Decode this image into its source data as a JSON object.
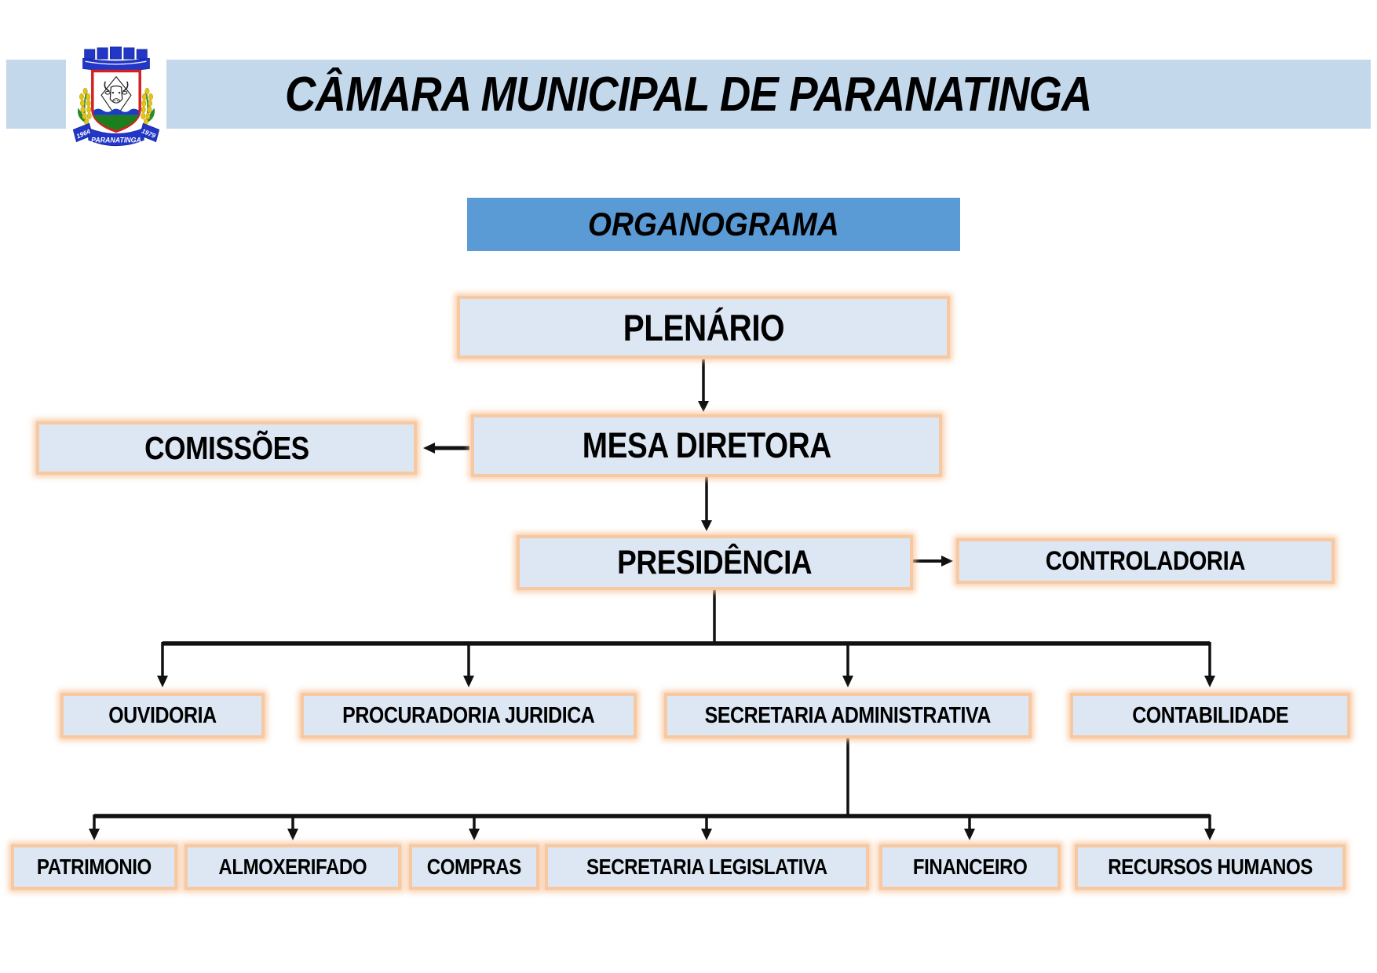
{
  "header": {
    "title": "CÂMARA MUNICIPAL DE PARANATINGA",
    "logo": {
      "name": "paranatinga-coat-of-arms",
      "ribbon_left": "1964",
      "ribbon_center": "PARANATINGA",
      "ribbon_right": "1979"
    }
  },
  "organograma": {
    "label": "ORGANOGRAMA"
  },
  "colors": {
    "banner_bg": "#C4D8EC",
    "subtitle_bg": "#5B9BD5",
    "node_fill": "#DDE7F3",
    "node_border": "#F7C9A2",
    "connector": "#111111",
    "text": "#000000"
  },
  "org": {
    "nodes": [
      {
        "id": "plenario",
        "label": "PLENÁRIO"
      },
      {
        "id": "mesa_diretora",
        "label": "MESA DIRETORA"
      },
      {
        "id": "comissoes",
        "label": "COMISSÕES"
      },
      {
        "id": "presidencia",
        "label": "PRESIDÊNCIA"
      },
      {
        "id": "controladoria",
        "label": "CONTROLADORIA"
      },
      {
        "id": "ouvidoria",
        "label": "OUVIDORIA"
      },
      {
        "id": "procuradoria_juridica",
        "label": "PROCURADORIA JURIDICA"
      },
      {
        "id": "secretaria_administrativa",
        "label": "SECRETARIA ADMINISTRATIVA"
      },
      {
        "id": "contabilidade",
        "label": "CONTABILIDADE"
      },
      {
        "id": "patrimonio",
        "label": "PATRIMONIO"
      },
      {
        "id": "almoxerifado",
        "label": "ALMOXERIFADO"
      },
      {
        "id": "compras",
        "label": "COMPRAS"
      },
      {
        "id": "secretaria_legislativa",
        "label": "SECRETARIA LEGISLATIVA"
      },
      {
        "id": "financeiro",
        "label": "FINANCEIRO"
      },
      {
        "id": "recursos_humanos",
        "label": "RECURSOS HUMANOS"
      }
    ],
    "edges": [
      {
        "from": "plenario",
        "to": "mesa_diretora"
      },
      {
        "from": "mesa_diretora",
        "to": "comissoes"
      },
      {
        "from": "mesa_diretora",
        "to": "presidencia"
      },
      {
        "from": "presidencia",
        "to": "controladoria"
      },
      {
        "from": "presidencia",
        "to": "ouvidoria"
      },
      {
        "from": "presidencia",
        "to": "procuradoria_juridica"
      },
      {
        "from": "presidencia",
        "to": "secretaria_administrativa"
      },
      {
        "from": "presidencia",
        "to": "contabilidade"
      },
      {
        "from": "secretaria_administrativa",
        "to": "patrimonio"
      },
      {
        "from": "secretaria_administrativa",
        "to": "almoxerifado"
      },
      {
        "from": "secretaria_administrativa",
        "to": "compras"
      },
      {
        "from": "secretaria_administrativa",
        "to": "secretaria_legislativa"
      },
      {
        "from": "secretaria_administrativa",
        "to": "financeiro"
      },
      {
        "from": "secretaria_administrativa",
        "to": "recursos_humanos"
      }
    ]
  }
}
